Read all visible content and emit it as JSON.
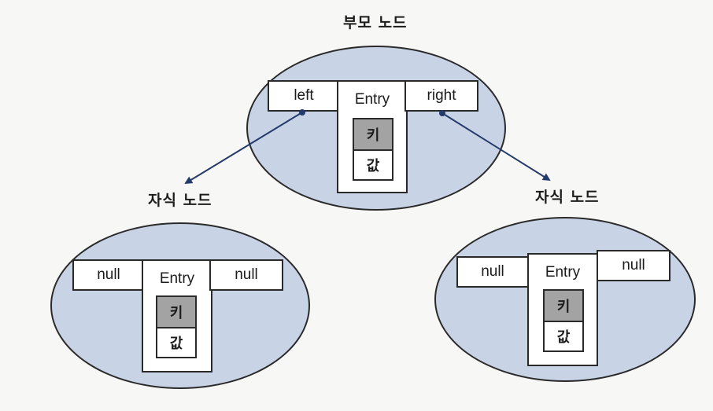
{
  "parent": {
    "heading": "부모 노드",
    "left_label": "left",
    "entry_label": "Entry",
    "right_label": "right",
    "key_label": "키",
    "value_label": "값"
  },
  "child_left": {
    "heading": "자식 노드",
    "left_label": "null",
    "entry_label": "Entry",
    "right_label": "null",
    "key_label": "키",
    "value_label": "값"
  },
  "child_right": {
    "heading": "자식 노드",
    "left_label": "null",
    "entry_label": "Entry",
    "right_label": "null",
    "key_label": "키",
    "value_label": "값"
  },
  "colors": {
    "oval_fill": "#c9d3e6",
    "key_cell_fill": "#a3a3a3",
    "arrow": "#243a6a"
  }
}
